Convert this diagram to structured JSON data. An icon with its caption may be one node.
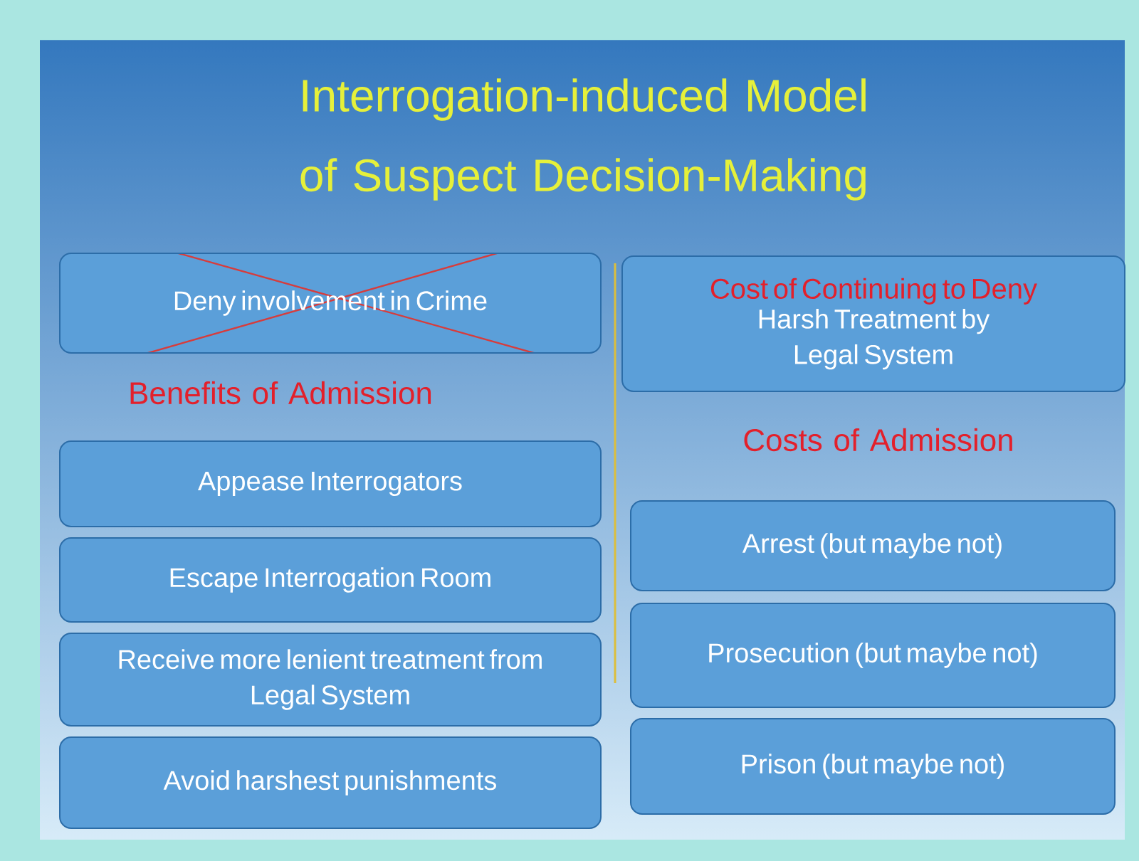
{
  "diagram": {
    "title": "Interrogation-induced Model of Suspect Decision-Making",
    "nodes": [
      {
        "text": [
          "Deny involvement in Crime"
        ]
      },
      {
        "text": [
          "Appease Interrogators"
        ]
      },
      {
        "text": [
          "Escape Interrogation Room"
        ]
      },
      {
        "text": [
          "Receive more lenient treatment from Legal System"
        ]
      },
      {
        "text": [
          "Avoid harshest punishments"
        ]
      },
      {
        "text": [
          "Cost of Continuing to Deny",
          "Harsh Treatment by Legal System"
        ]
      },
      {
        "text": [
          "Arrest (but maybe not)"
        ]
      },
      {
        "text": [
          "Prosecution (but maybe not)"
        ]
      },
      {
        "text": [
          "Prison (but maybe not)"
        ]
      }
    ],
    "labels": [
      "Benefits of Admission",
      "Costs of Admission"
    ]
  }
}
